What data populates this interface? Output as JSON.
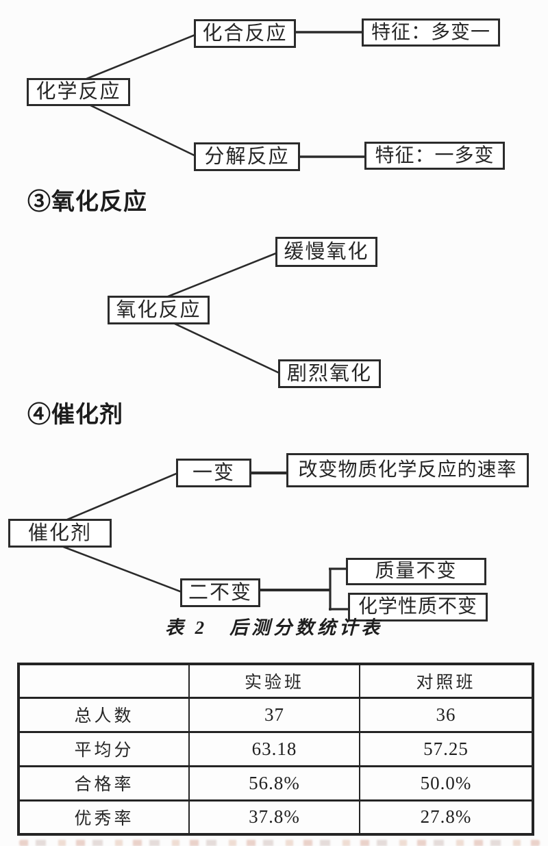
{
  "chemical_reaction_diagram": {
    "root": "化学反应",
    "combination": "化合反应",
    "combination_feature": "特征：多变一",
    "decomposition": "分解反应",
    "decomposition_feature": "特征：一多变"
  },
  "oxidation_section": {
    "heading": "③氧化反应",
    "root": "氧化反应",
    "slow_oxidation": "缓慢氧化",
    "violent_oxidation": "剧烈氧化"
  },
  "catalyst_section": {
    "heading": "④催化剂",
    "root": "催化剂",
    "one_change": "一变",
    "one_change_detail": "改变物质化学反应的速率",
    "two_unchanged": "二不变",
    "unchanged_mass": "质量不变",
    "unchanged_chemical_property": "化学性质不变"
  },
  "score_table": {
    "caption": "表 2　后测分数统计表",
    "col_headers": [
      "实验班",
      "对照班"
    ],
    "rows": [
      {
        "label": "总人数",
        "experimental": "37",
        "control": "36"
      },
      {
        "label": "平均分",
        "experimental": "63.18",
        "control": "57.25"
      },
      {
        "label": "合格率",
        "experimental": "56.8%",
        "control": "50.0%"
      },
      {
        "label": "优秀率",
        "experimental": "37.8%",
        "control": "27.8%"
      }
    ]
  }
}
